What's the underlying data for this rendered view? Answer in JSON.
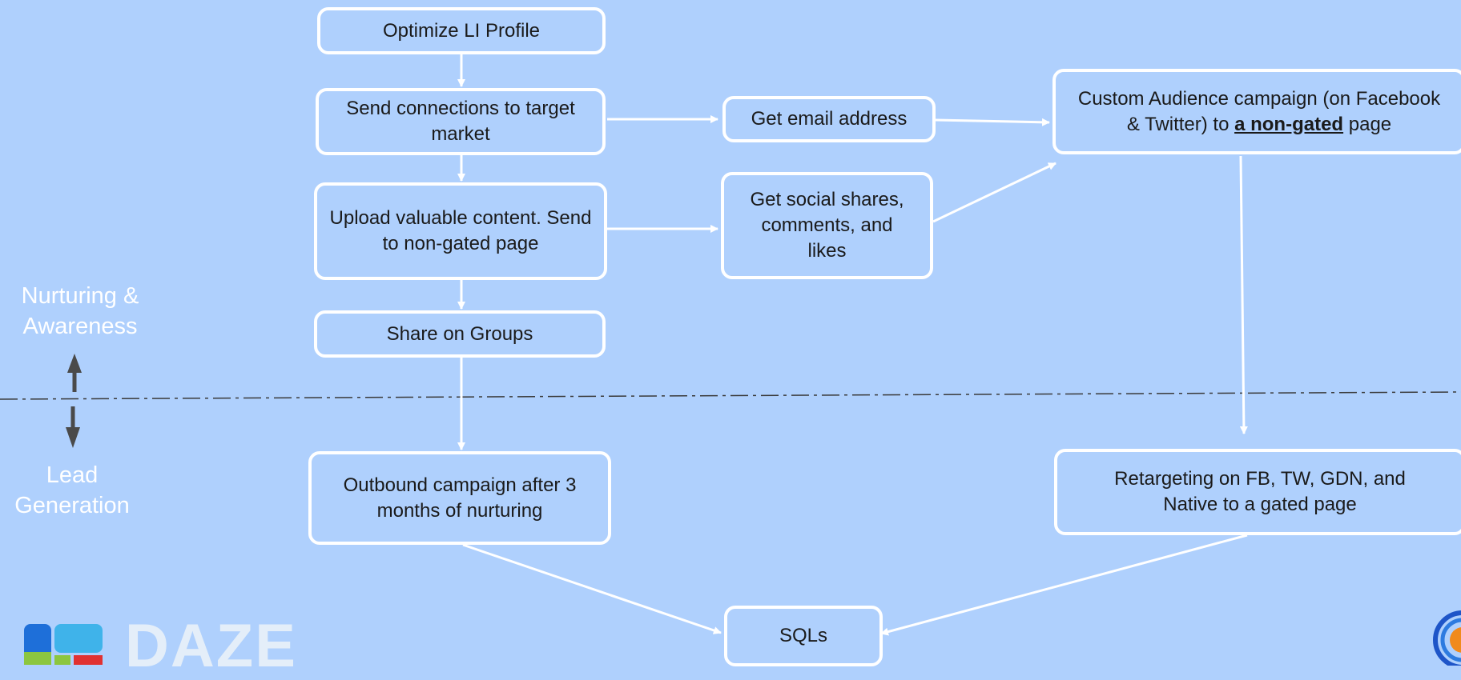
{
  "diagram": {
    "boxes": {
      "optimize": "Optimize LI Profile",
      "send_connections": "Send connections to target market",
      "get_email": "Get email address",
      "custom_audience_pre": "Custom Audience campaign (on Facebook & Twitter) to ",
      "custom_audience_em": "a non-gated",
      "custom_audience_post": " page",
      "upload": "Upload valuable content. Send to non-gated page",
      "social": "Get social shares, comments, and likes",
      "share_groups": "Share on Groups",
      "outbound": "Outbound campaign after 3 months of nurturing",
      "retargeting": "Retargeting on FB, TW, GDN, and Native to a gated page",
      "sqls": "SQLs"
    },
    "sections": {
      "top": "Nurturing & Awareness",
      "bottom": "Lead Generation"
    },
    "logo": {
      "text": "DAZE"
    },
    "colors": {
      "background": "#afd0fd",
      "box_border": "#ffffff",
      "arrow": "#ffffff",
      "divider": "#3a3a3a",
      "section_arrow": "#4a4a4a",
      "logo_blue": "#1e6fd9",
      "logo_cyan": "#3fb3ea",
      "logo_green": "#8cc63f",
      "logo_red": "#e03131"
    }
  }
}
